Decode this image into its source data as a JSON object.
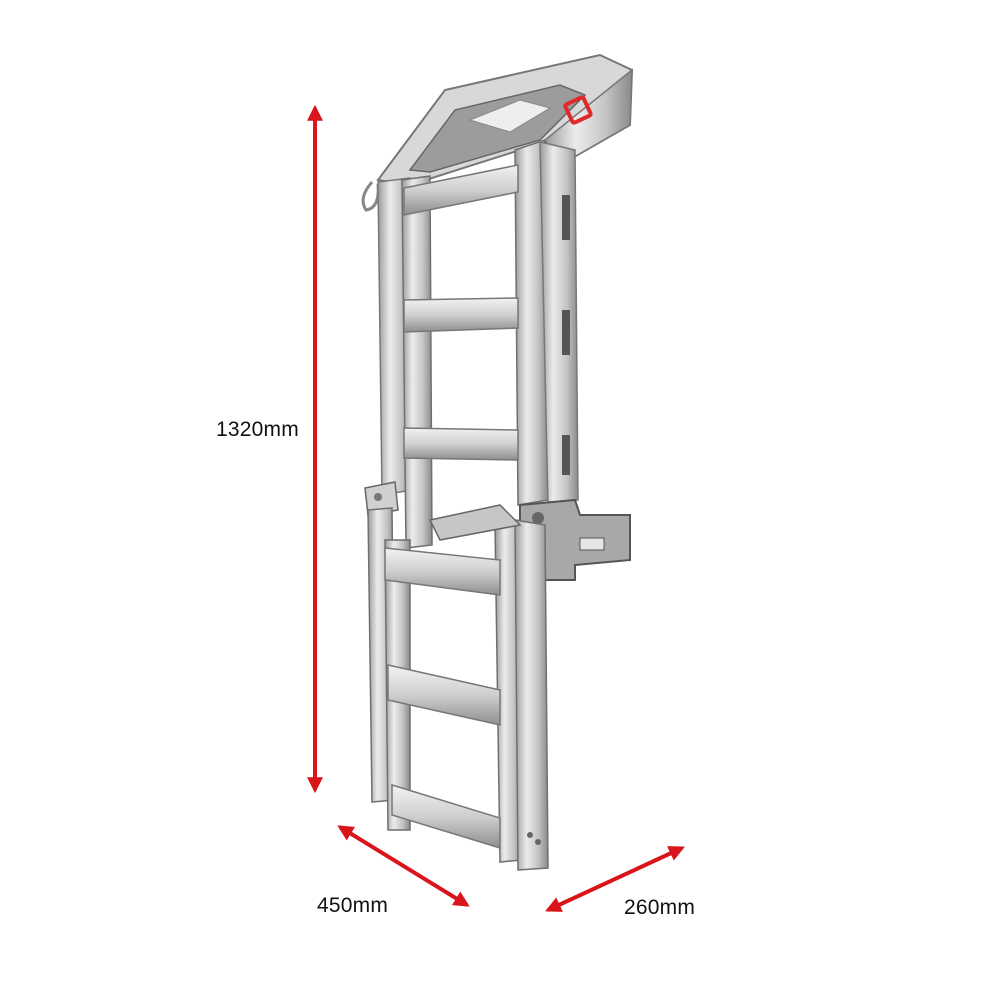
{
  "product": {
    "subject": "aluminium folding boarding ladder with latch and mounting brackets",
    "accent_latch_color": "#e02a2a"
  },
  "dimensions": {
    "height": {
      "label": "1320mm",
      "arrow_color": "#d9141b"
    },
    "width": {
      "label": "450mm",
      "arrow_color": "#d9141b"
    },
    "depth": {
      "label": "260mm",
      "arrow_color": "#d9141b"
    }
  },
  "colors": {
    "background": "#ffffff",
    "metal_light": "#e4e4e4",
    "metal_mid": "#bdbdbd",
    "metal_dark": "#6f6f6f",
    "arrow": "#d9141b"
  }
}
